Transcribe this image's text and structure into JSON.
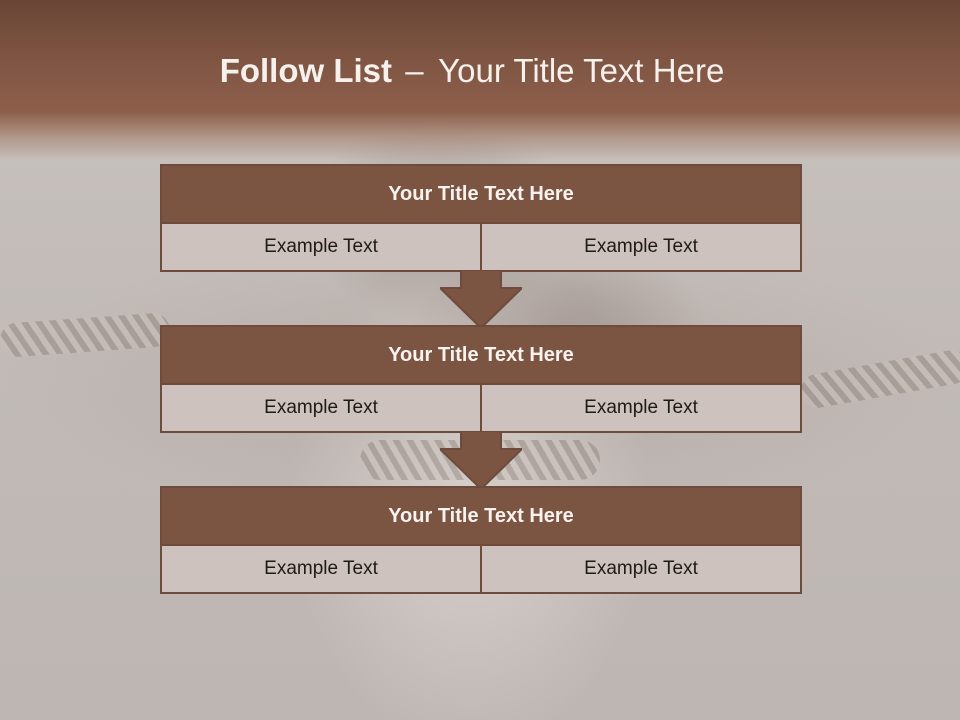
{
  "slide": {
    "title_bold": "Follow List",
    "title_separator": "–",
    "title_rest": "Your Title Text Here"
  },
  "steps": [
    {
      "title": "Your Title Text Here",
      "cells": [
        "Example Text",
        "Example Text"
      ]
    },
    {
      "title": "Your Title Text Here",
      "cells": [
        "Example Text",
        "Example Text"
      ]
    },
    {
      "title": "Your Title Text Here",
      "cells": [
        "Example Text",
        "Example Text"
      ]
    }
  ],
  "colors": {
    "header_brown": "#7e5442",
    "block_title_bg": "#7b5442",
    "cell_bg": "#cdc2bd",
    "border": "#6e4b3c"
  },
  "icons": [
    "down-arrow-icon"
  ]
}
